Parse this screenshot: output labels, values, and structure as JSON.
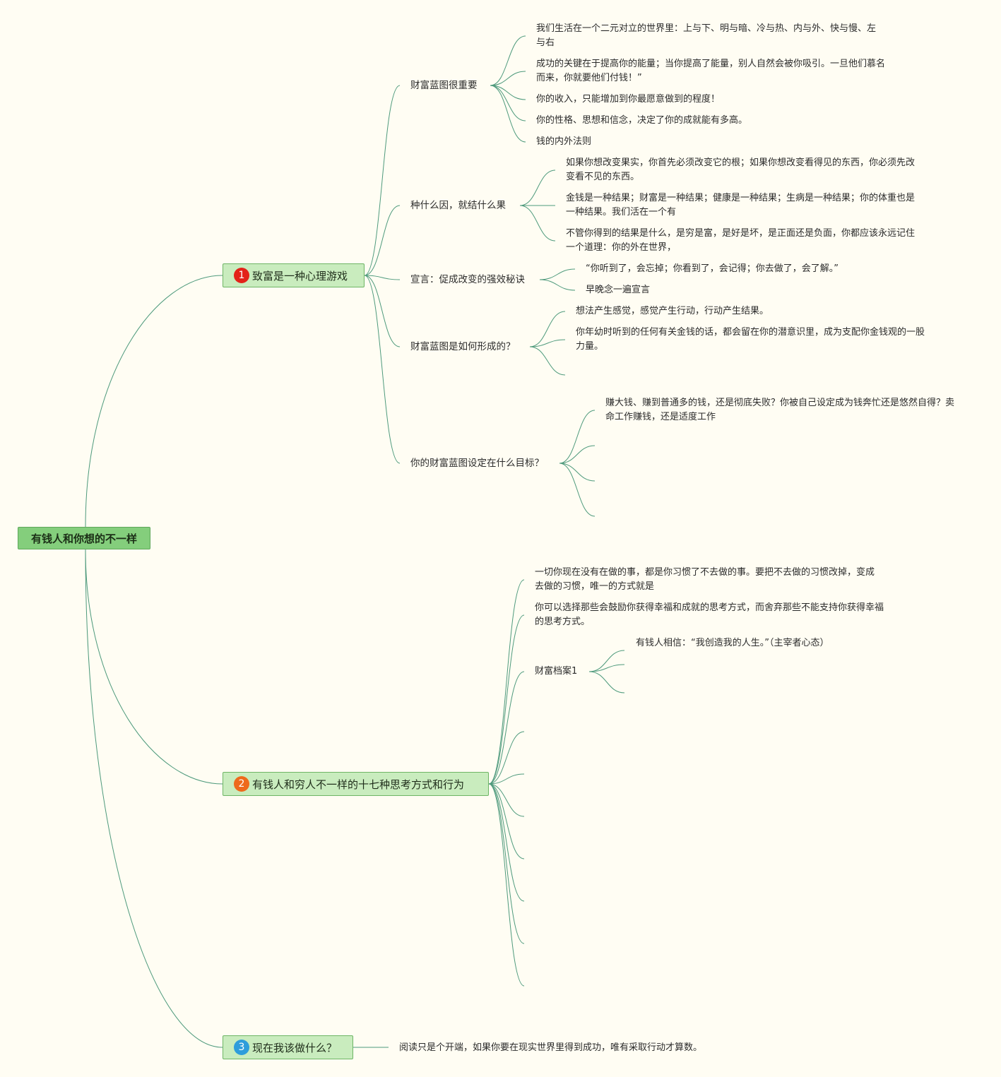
{
  "root": {
    "label": "有钱人和你想的不一样"
  },
  "colors": {
    "badge1": "#e32219",
    "badge2": "#ee6a1c",
    "badge3": "#2e9ddb",
    "edge": "#4e9a7c"
  },
  "branch1": {
    "number": "1",
    "label": "致富是一种心理游戏",
    "children": [
      {
        "label": "财富蓝图很重要",
        "items": [
          "我们生活在一个二元对立的世界里：上与下、明与暗、冷与热、内与外、快与慢、左与右",
          "成功的关键在于提高你的能量；当你提高了能量，别人自然会被你吸引。一旦他们慕名而来，你就要他们付钱！”",
          "你的收入，只能增加到你最愿意做到的程度！",
          "你的性格、思想和信念，决定了你的成就能有多高。",
          "钱的内外法则"
        ]
      },
      {
        "label": "种什么因，就结什么果",
        "items": [
          "如果你想改变果实，你首先必须改变它的根；如果你想改变看得见的东西，你必须先改变看不见的东西。",
          "金钱是一种结果；财富是一种结果；健康是一种结果；生病是一种结果；你的体重也是一种结果。我们活在一个有",
          "不管你得到的结果是什么，是穷是富，是好是坏，是正面还是负面，你都应该永远记住一个道理：你的外在世界，"
        ]
      },
      {
        "label": "宣言：促成改变的强效秘诀",
        "items": [
          "“你听到了，会忘掉；你看到了，会记得；你去做了，会了解。”",
          "早晚念一遍宣言"
        ]
      },
      {
        "label": "财富蓝图是如何形成的？",
        "items": [
          "想法产生感觉，感觉产生行动，行动产生结果。",
          "你年幼时听到的任何有关金钱的话，都会留在你的潜意识里，成为支配你金钱观的一股力量。"
        ]
      },
      {
        "label": "你的财富蓝图设定在什么目标？",
        "items": [
          "赚大钱、赚到普通多的钱，还是彻底失败？你被自己设定成为钱奔忙还是悠然自得？卖命工作赚钱，还是适度工作"
        ]
      }
    ]
  },
  "branch2": {
    "number": "2",
    "label": "有钱人和穷人不一样的十七种思考方式和行为",
    "items": [
      "一切你现在没有在做的事，都是你习惯了不去做的事。要把不去做的习惯改掉，变成去做的习惯，唯一的方式就是",
      "你可以选择那些会鼓励你获得幸福和成就的思考方式，而舍弃那些不能支持你获得幸福的思考方式。"
    ],
    "archive": {
      "label": "财富档案1",
      "items": [
        "有钱人相信：“我创造我的人生。”（主宰者心态）"
      ]
    }
  },
  "branch3": {
    "number": "3",
    "label": "现在我该做什么？",
    "items": [
      "阅读只是个开端，如果你要在现实世界里得到成功，唯有采取行动才算数。"
    ]
  }
}
